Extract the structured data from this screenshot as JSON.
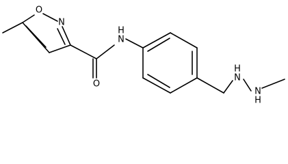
{
  "molecule": {
    "atoms": {
      "o_ring": "O",
      "n_ring": "N",
      "n_amide": "N",
      "h_amide": "H",
      "o_carbonyl": "O",
      "n_hydrazine_1": "N",
      "h_hydrazine_1": "H",
      "n_hydrazine_2": "N",
      "h_hydrazine_2": "H"
    }
  }
}
